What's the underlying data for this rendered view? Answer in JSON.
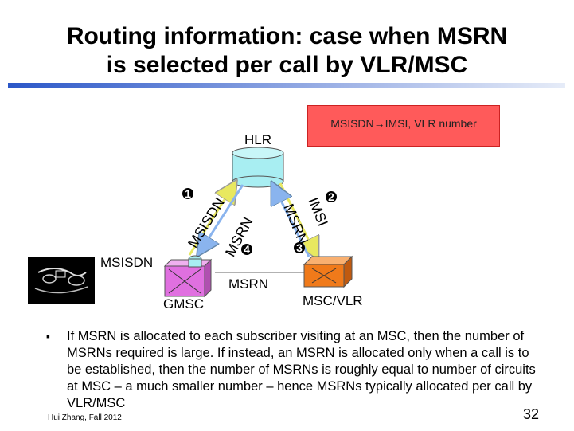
{
  "title_line1": "Routing information: case when MSRN",
  "title_line2": "is selected per call by VLR/MSC",
  "hlr_box_text": "MSISDN→IMSI, VLR number",
  "nodes": {
    "hlr": "HLR",
    "msisdn": "MSISDN",
    "gmsc": "GMSC",
    "msc_vlr": "MSC/VLR",
    "msrn_bottom": "MSRN"
  },
  "arrows": {
    "msisdn_up": "MSISDN",
    "msrn_down_left": "MSRN",
    "imsi": "IMSI",
    "msrn_up_right": "MSRN"
  },
  "step_numbers": [
    "1",
    "2",
    "3",
    "4"
  ],
  "bullet": "If MSRN is allocated to each subscriber visiting at an MSC, then the number of MSRNs required is large. If instead, an MSRN is allocated only when a call is to be established, then the number of MSRNs is roughly equal to number of circuits at MSC – a much smaller number – hence MSRNs typically allocated per call by VLR/MSC",
  "footer": "Hui Zhang, Fall 2012",
  "page_number": "32",
  "colors": {
    "hlr_box": "#ff5a5a",
    "database": "#a8eef2",
    "gmsc": "#e070e0",
    "msc": "#f07a1a",
    "arrow_yellow": "#e8e860",
    "arrow_blue": "#8ab4ee"
  }
}
